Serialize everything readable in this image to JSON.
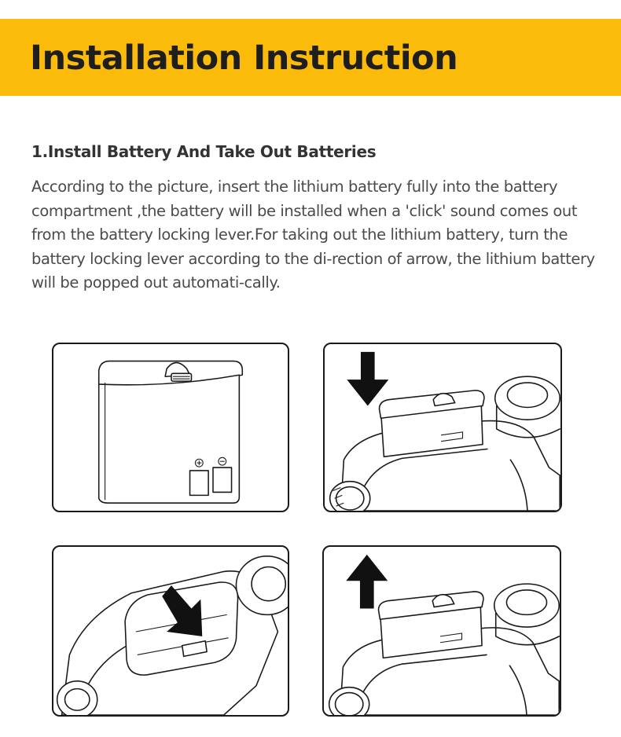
{
  "header": {
    "title": "Installation Instruction",
    "accent_color": "#fbbb0a"
  },
  "section": {
    "heading": "1.Install Battery And Take Out Batteries",
    "body": "According to the picture, insert the lithium battery fully into the battery compartment ,the battery will be installed when a 'click' sound comes out from the battery locking lever.For taking out the lithium battery, turn the battery locking lever according to the di-rection of arrow, the lithium battery will be popped out automati-cally."
  },
  "illustrations": [
    {
      "id": "battery-pack",
      "icons": [
        "plus-terminal-icon",
        "minus-terminal-icon"
      ]
    },
    {
      "id": "insert-battery",
      "icons": [
        "arrow-down-icon"
      ]
    },
    {
      "id": "turn-locking-lever",
      "icons": [
        "arrow-diagonal-icon"
      ]
    },
    {
      "id": "battery-popped-out",
      "icons": [
        "arrow-up-icon"
      ]
    }
  ]
}
